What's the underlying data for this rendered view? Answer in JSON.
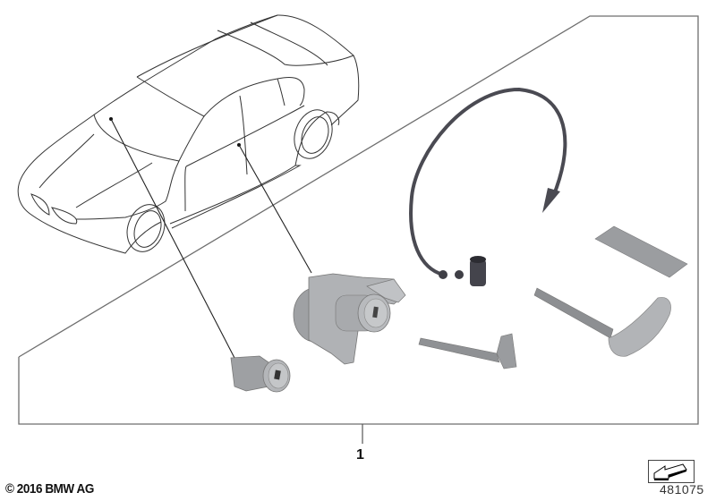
{
  "diagram": {
    "type": "exploded-parts-illustration",
    "subject": "vehicle lock cylinder set with key blade",
    "frame_color": "#6e6e6e",
    "leader_line_color": "#222222",
    "part_color": "#a9abae",
    "cable_color": "#4a4a52"
  },
  "labels": {
    "copyright": "© 2016 BMW AG",
    "reference_number": "1",
    "diagram_number": "481075"
  },
  "parts": [
    {
      "name": "trunk-lock-cylinder",
      "label": "small lock cylinder"
    },
    {
      "name": "door-lock-cylinder",
      "label": "door lock cylinder with bracket"
    },
    {
      "name": "transponder-cable-loop",
      "label": "cable loop with arrow"
    },
    {
      "name": "cover-plate",
      "label": "flat plate"
    },
    {
      "name": "l-shaped-tool",
      "label": "L-shaped lever"
    },
    {
      "name": "emergency-key-blade",
      "label": "key blade with cap"
    }
  ],
  "icons": {
    "navigation": "arrow-back-icon"
  }
}
